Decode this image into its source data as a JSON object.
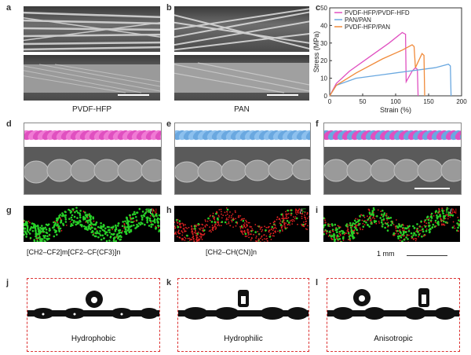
{
  "panels": {
    "a": {
      "label": "a",
      "caption": "PVDF-HFP"
    },
    "b": {
      "label": "b",
      "caption": "PAN"
    },
    "c": {
      "label": "c"
    },
    "d": {
      "label": "d"
    },
    "e": {
      "label": "e"
    },
    "f": {
      "label": "f"
    },
    "g": {
      "label": "g",
      "map_label_1": "F",
      "map_sep": "/",
      "map_label_2": "N",
      "formula": "[CH2–CF2]m[CF2–CF(CF3)]n"
    },
    "h": {
      "label": "h",
      "map_label_1": "N",
      "map_sep": "/",
      "map_label_2": "F",
      "formula": "[CH2–CH(CN)]n"
    },
    "i": {
      "label": "i",
      "map_label_1": "F",
      "map_sep": "/",
      "map_label_2": "N",
      "scale_text": "1 mm"
    },
    "j": {
      "label": "j",
      "caption": "Hydrophobic"
    },
    "k": {
      "label": "k",
      "caption": "Hydrophilic"
    },
    "l": {
      "label": "l",
      "caption": "Anisotropic"
    }
  },
  "colors": {
    "pink": "#e050c0",
    "blue": "#6aa8e0",
    "orange": "#f08a3a",
    "green": "#28d028",
    "red": "#dd2222"
  },
  "chart_data": {
    "type": "line",
    "xlabel": "Strain (%)",
    "ylabel": "Stress (MPa)",
    "xlim": [
      0,
      200
    ],
    "ylim": [
      0,
      50
    ],
    "xticks": [
      0,
      50,
      100,
      150,
      200
    ],
    "yticks": [
      0,
      10,
      20,
      30,
      40,
      50
    ],
    "legend_position": "top-left",
    "series": [
      {
        "name": "PVDF-HFP/PVDF-HFD",
        "color": "#e050c0",
        "x": [
          0,
          10,
          30,
          60,
          90,
          110,
          115,
          116,
          125,
          130,
          133,
          134
        ],
        "y": [
          0,
          7,
          14,
          22,
          30,
          36,
          35,
          8,
          14,
          16,
          15,
          0
        ]
      },
      {
        "name": "PAN/PAN",
        "color": "#6aa8e0",
        "x": [
          0,
          10,
          40,
          80,
          120,
          160,
          180,
          183,
          184
        ],
        "y": [
          0,
          6,
          10,
          12,
          14,
          16,
          18,
          17,
          0
        ]
      },
      {
        "name": "PVDF-HFP/PAN",
        "color": "#f08a3a",
        "x": [
          0,
          10,
          40,
          80,
          110,
          125,
          128,
          130,
          140,
          143,
          144
        ],
        "y": [
          0,
          6,
          13,
          21,
          26,
          29,
          28,
          16,
          24,
          23,
          0
        ]
      }
    ]
  }
}
